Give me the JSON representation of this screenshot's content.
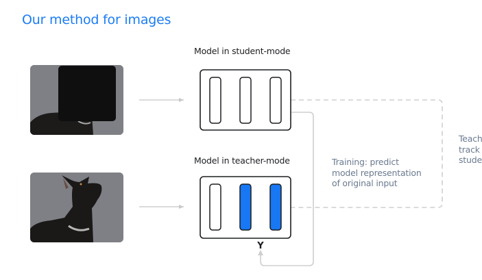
{
  "title": "Our method for images",
  "student": {
    "label": "Model in student-mode",
    "bars_highlighted": [
      false,
      false,
      false
    ]
  },
  "teacher": {
    "label": "Model in teacher-mode",
    "bars_highlighted": [
      false,
      true,
      true
    ]
  },
  "images": {
    "masked": "masked-dog-image",
    "original": "dog-image"
  },
  "training_note": [
    "Training: predict",
    "model representation",
    "of original input"
  ],
  "teacher_note": [
    "Teach",
    "track",
    "stude"
  ],
  "colors": {
    "accent": "#1a7cf5",
    "bar_fill": "#1877f2",
    "connector": "#cfcfcf",
    "note_text": "#6b7a90"
  }
}
